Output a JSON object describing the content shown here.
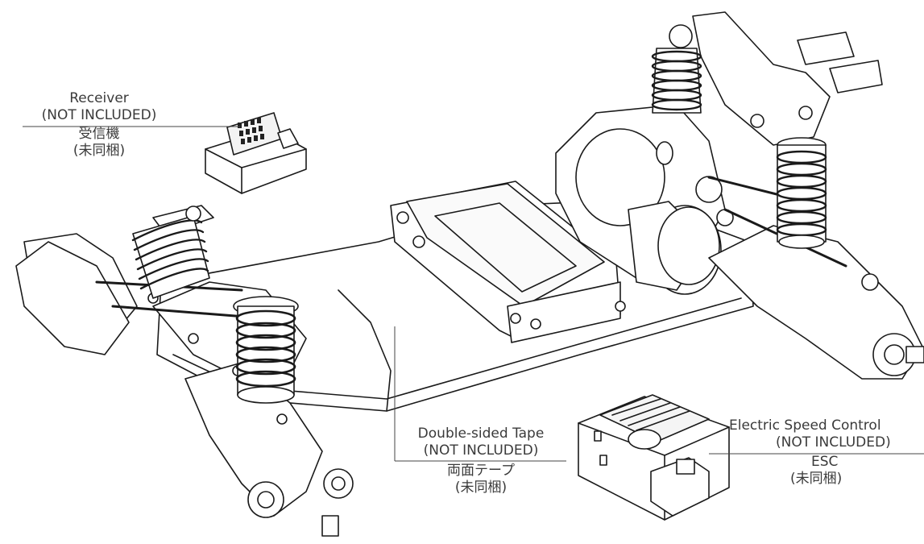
{
  "callouts": {
    "receiver": {
      "en_name": "Receiver",
      "en_note": "(NOT INCLUDED)",
      "jp_name": "受信機",
      "jp_note": "(未同梱)"
    },
    "tape": {
      "en_name": "Double-sided Tape",
      "en_note": "(NOT INCLUDED)",
      "jp_name": "両面テープ",
      "jp_note": "(未同梱)"
    },
    "esc": {
      "en_name": "Electric Speed Control",
      "en_note": "(NOT INCLUDED)",
      "jp_name": "ESC",
      "jp_note": "(未同梱)"
    }
  },
  "illustration": {
    "subject": "rc-buggy-chassis-line-drawing",
    "parts": [
      "receiver-box",
      "esc-unit",
      "battery-tray",
      "motor",
      "front-shocks",
      "rear-shocks",
      "suspension-arms",
      "wheel-hubs"
    ],
    "line_color": "#1a1a1a",
    "fill_color": "#ffffff"
  }
}
